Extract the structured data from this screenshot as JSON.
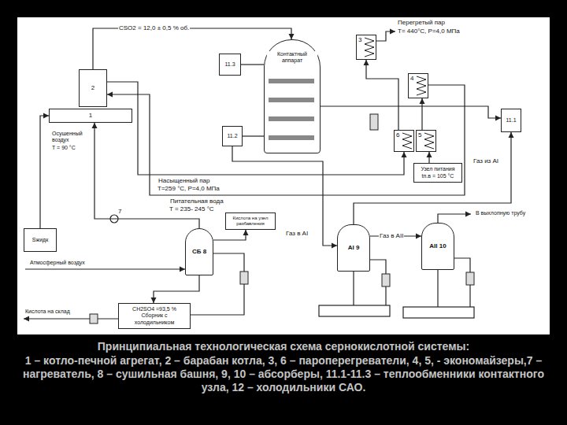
{
  "diagram": {
    "title": "Принципиальная технологическая схема сернокислотной системы:",
    "caption": "1 – котло-печной агрегат, 2 – барабан котла, 3, 6 – пароперегреватели, 4, 5, - экономайзеры,7 – нагреватель, 8 – сушильная башня, 9, 10 – абсорберы, 11.1-11.3 – теплообменники контактного узла, 12 – холодильники САО.",
    "nodes": [
      {
        "text": [
          "11.3"
        ]
      },
      {
        "text": [
          "Контактный аппарат"
        ]
      },
      {
        "text": [
          "3"
        ]
      },
      {
        "text": [
          "2"
        ]
      },
      {
        "text": [
          "4"
        ]
      },
      {
        "text": [
          "1"
        ]
      },
      {
        "text": [
          "11.1"
        ]
      },
      {
        "text": [
          "11.2"
        ]
      },
      {
        "text": [
          "6"
        ]
      },
      {
        "text": [
          "5"
        ]
      },
      {
        "text": [
          "Узел питания tп.в = 105 °C"
        ]
      },
      {
        "text": [
          "Кислота на узел разбавления"
        ]
      },
      {
        "text": [
          "Sжидк"
        ]
      },
      {
        "text": [
          "СБ 8"
        ]
      },
      {
        "text": [
          "АI 9"
        ]
      },
      {
        "text": [
          "АII 10"
        ]
      },
      {
        "text": [
          "CH2SO4 =93,5 %",
          "Сборник с холодильником"
        ]
      }
    ],
    "edges": [
      {
        "from": 3,
        "to": 1,
        "arrow": "to",
        "label": "CSO2 = 12,0 ± 0,5 % об."
      },
      {
        "from": 1,
        "to": 0,
        "arrow": "none"
      },
      {
        "from": 1,
        "to": 7,
        "arrow": "none"
      },
      {
        "from": 1,
        "to": 6,
        "arrow": "to"
      },
      {
        "from": 3,
        "to": 8,
        "arrow": "to",
        "label": "Насыщенный пар"
      },
      {
        "from": 8,
        "to": 2,
        "arrow": "to"
      },
      {
        "from": 10,
        "to": 9,
        "arrow": "to"
      },
      {
        "from": 9,
        "to": 4,
        "arrow": "to"
      },
      {
        "from": 4,
        "to": 3,
        "arrow": "to",
        "label": "Питательная вода"
      },
      {
        "from": 14,
        "to": 15,
        "arrow": "to",
        "label": "Газ в АII"
      },
      {
        "from": 14,
        "to": 6,
        "arrow": "to",
        "label": "Газ из АI"
      },
      {
        "from": 7,
        "to": 14,
        "arrow": "to",
        "label": "Газ в АI"
      },
      {
        "from": 13,
        "to": 11,
        "arrow": "to"
      },
      {
        "from": 13,
        "to": 5,
        "arrow": "to"
      },
      {
        "from": 12,
        "to": 5,
        "arrow": "to"
      },
      {
        "from": 13,
        "to": 16,
        "arrow": "to"
      }
    ],
    "labels": [
      "Перегретый пар",
      "T= 440°C, P=4,0 МПа",
      "Осушенный воздух",
      "T = 90 °C",
      "T=259 °C, P=4,0 МПа",
      "T = 235- 245 °C",
      "7",
      "В выхлопную трубу",
      "Атмосферный воздух",
      "Кислота на склад"
    ]
  }
}
